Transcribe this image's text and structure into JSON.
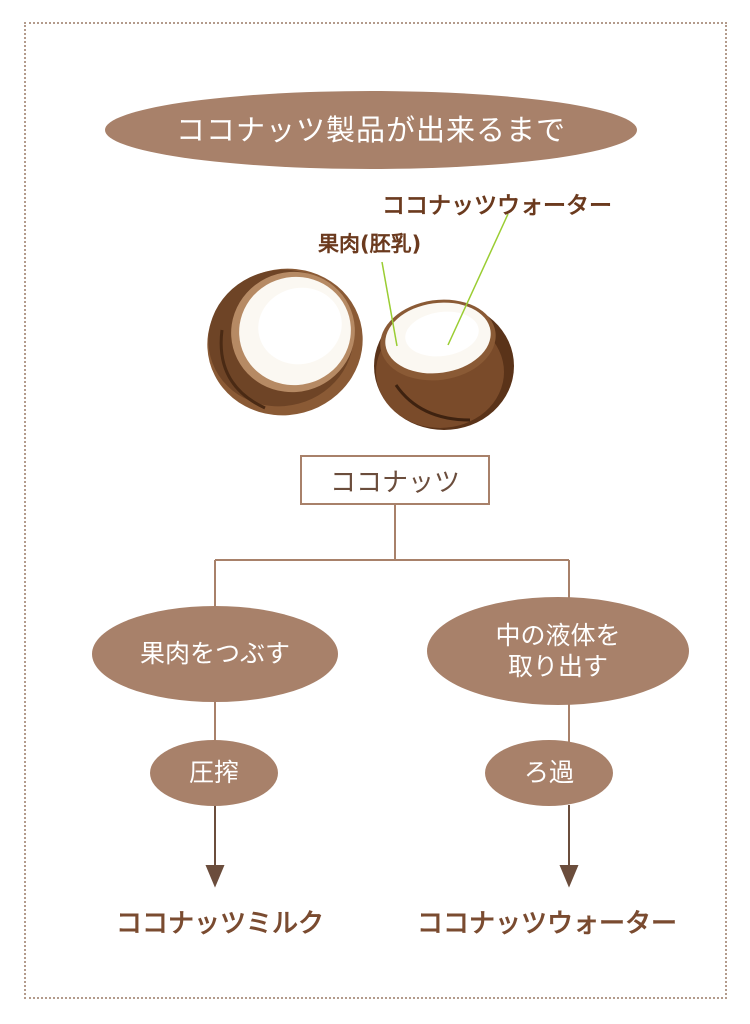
{
  "title": "ココナッツ製品が出来るまで",
  "callouts": {
    "water": "ココナッツウォーター",
    "flesh": "果肉(胚乳)"
  },
  "root": "ココナッツ",
  "branches": {
    "left": {
      "step1": "果肉をつぶす",
      "step2": "圧搾",
      "result": "ココナッツミルク"
    },
    "right": {
      "step1_line1": "中の液体を",
      "step1_line2": "取り出す",
      "step2": "ろ過",
      "result": "ココナッツウォーター"
    }
  },
  "colors": {
    "oval_fill": "#a8816a",
    "line": "#a8816a",
    "callout_line": "#9acd32",
    "shell_dark": "#5a3319",
    "shell_mid": "#8a5a35",
    "flesh": "#fbf8f2"
  },
  "icons": [
    "coconut-half-icon",
    "coconut-cup-icon",
    "arrow-down-icon"
  ]
}
